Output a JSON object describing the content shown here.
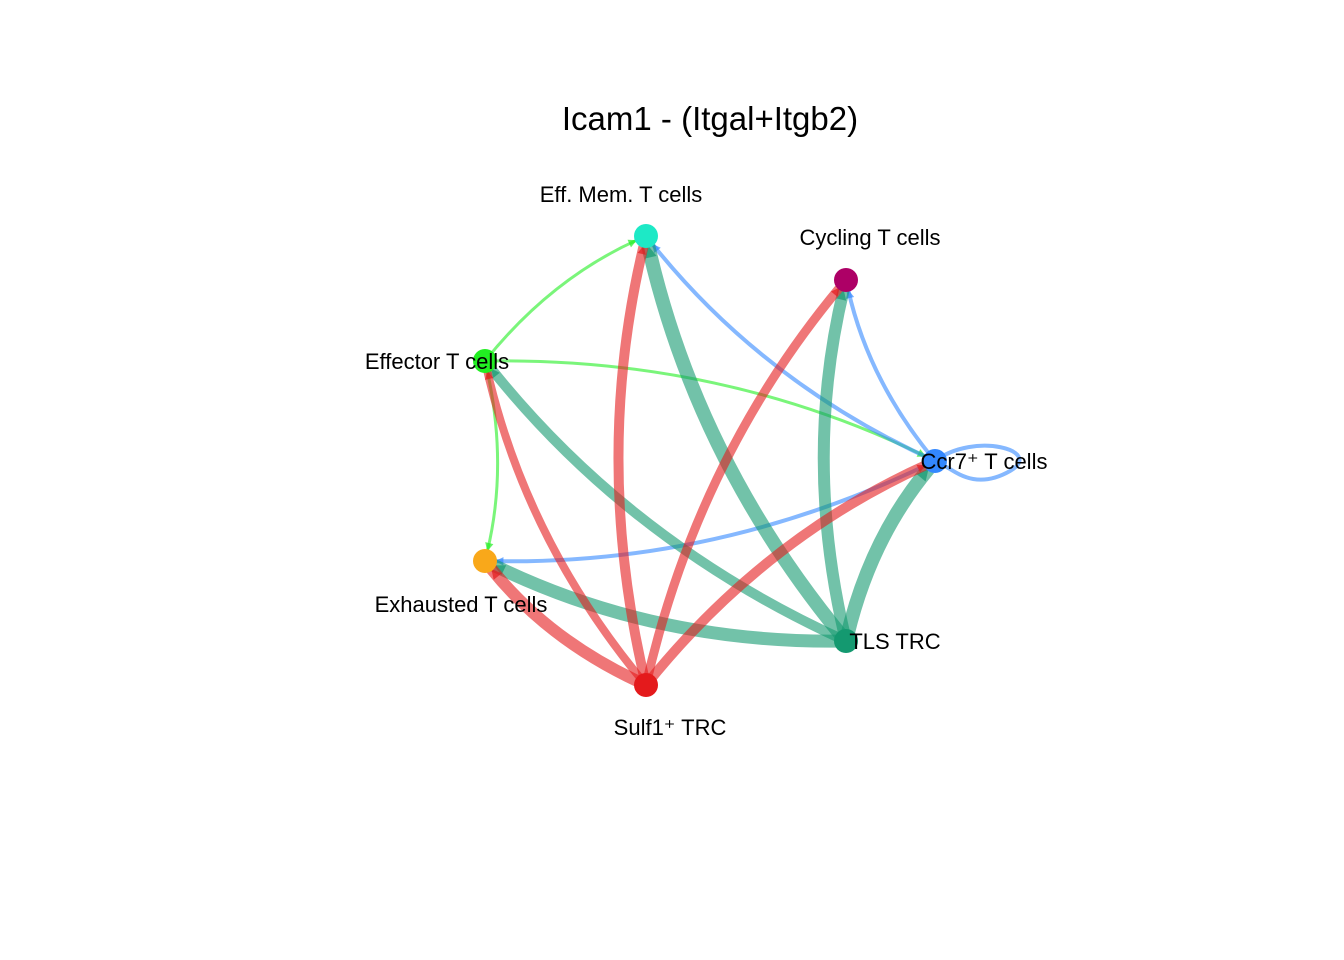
{
  "chart_data": {
    "type": "network",
    "title": "Icam1  - (Itgal+Itgb2)",
    "nodes": [
      {
        "id": "effmem",
        "label": "Eff. Mem. T cells",
        "color": "#1de9c6"
      },
      {
        "id": "cycling",
        "label": "Cycling T cells",
        "color": "#ad0066"
      },
      {
        "id": "effector",
        "label": "Effector T cells",
        "color": "#22ee22"
      },
      {
        "id": "ccr7",
        "label": "Ccr7⁺ T cells",
        "color": "#3388ff"
      },
      {
        "id": "exhausted",
        "label": "Exhausted T cells",
        "color": "#f9a81a"
      },
      {
        "id": "tls",
        "label": "TLS TRC",
        "color": "#149970"
      },
      {
        "id": "sulf1",
        "label": "Sulf1⁺ TRC",
        "color": "#e41a1c"
      }
    ],
    "edges": [
      {
        "source": "effector",
        "target": "effmem",
        "weight": 3
      },
      {
        "source": "effector",
        "target": "ccr7",
        "weight": 3
      },
      {
        "source": "effector",
        "target": "exhausted",
        "weight": 3
      },
      {
        "source": "ccr7",
        "target": "effmem",
        "weight": 4
      },
      {
        "source": "ccr7",
        "target": "cycling",
        "weight": 4
      },
      {
        "source": "ccr7",
        "target": "exhausted",
        "weight": 4
      },
      {
        "source": "ccr7",
        "target": "ccr7",
        "weight": 4
      },
      {
        "source": "tls",
        "target": "exhausted",
        "weight": 13
      },
      {
        "source": "tls",
        "target": "effector",
        "weight": 10
      },
      {
        "source": "tls",
        "target": "effmem",
        "weight": 14
      },
      {
        "source": "tls",
        "target": "cycling",
        "weight": 12
      },
      {
        "source": "tls",
        "target": "ccr7",
        "weight": 14
      },
      {
        "source": "sulf1",
        "target": "exhausted",
        "weight": 12
      },
      {
        "source": "sulf1",
        "target": "effector",
        "weight": 8
      },
      {
        "source": "sulf1",
        "target": "effmem",
        "weight": 10
      },
      {
        "source": "sulf1",
        "target": "cycling",
        "weight": 9
      },
      {
        "source": "sulf1",
        "target": "ccr7",
        "weight": 10
      }
    ]
  }
}
